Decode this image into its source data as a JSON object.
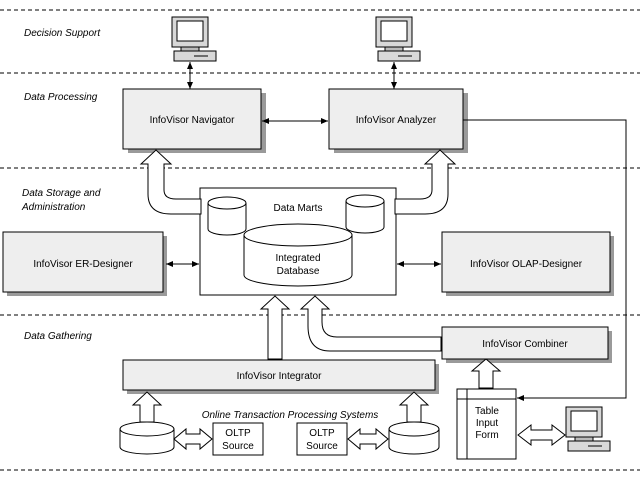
{
  "lanes": {
    "decision_support": "Decision Support",
    "data_processing": "Data Processing",
    "data_storage_line1": "Data Storage and",
    "data_storage_line2": "Administration",
    "data_gathering": "Data Gathering"
  },
  "boxes": {
    "navigator": "InfoVisor Navigator",
    "analyzer": "InfoVisor Analyzer",
    "er_designer": "InfoVisor ER-Designer",
    "olap_designer": "InfoVisor OLAP-Designer",
    "combiner": "InfoVisor Combiner",
    "integrator": "InfoVisor Integrator"
  },
  "storage": {
    "data_marts": "Data Marts",
    "integrated_line1": "Integrated",
    "integrated_line2": "Database"
  },
  "oltp": {
    "systems_label": "Online Transaction Processing Systems",
    "source1_line1": "OLTP",
    "source1_line2": "Source",
    "source2_line1": "OLTP",
    "source2_line2": "Source"
  },
  "table_form": {
    "line1": "Table",
    "line2": "Input",
    "line3": "Form"
  },
  "colors": {
    "box_fill": "#eeeeee",
    "shadow": "#9a9a9a",
    "line": "#000000"
  },
  "icons": [
    "computer-icon",
    "database-icon"
  ]
}
